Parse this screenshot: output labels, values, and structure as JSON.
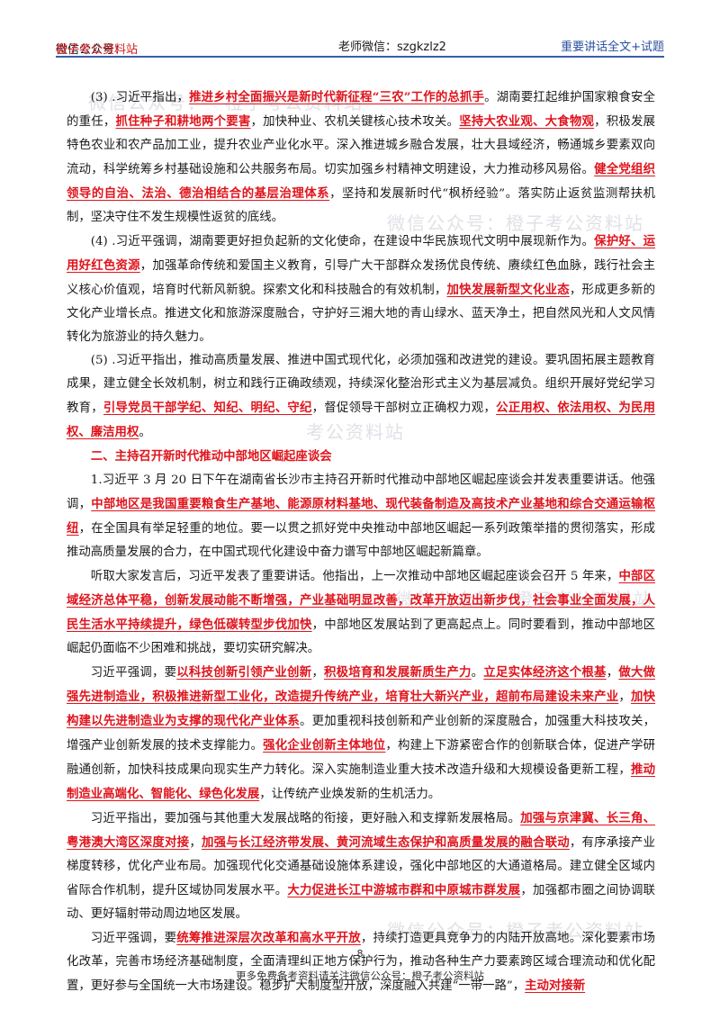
{
  "header": {
    "left_prefix": "微信公众号：",
    "left_name": "橙子考公资料站",
    "center": "老师微信：szgkzlz2",
    "right": "重要讲话全文+试题"
  },
  "paragraphs": [
    [
      {
        "t": "(3) .习近平指出，"
      },
      {
        "t": "推进乡村全面振兴是新时代新征程“三农”工作的总抓手",
        "hl": true
      },
      {
        "t": "。湖南要扛起维护国家粮食安全的重任，"
      },
      {
        "t": "抓住种子和耕地两个要害",
        "hl": true
      },
      {
        "t": "，加快种业、农机关键核心技术攻关。"
      },
      {
        "t": "坚持大农业观、大食物观",
        "hl": true
      },
      {
        "t": "，积极发展特色农业和农产品加工业，提升农业产业化水平。深入推进城乡融合发展，壮大县域经济，畅通城乡要素双向流动，科学统筹乡村基础设施和公共服务布局。切实加强乡村精神文明建设，大力推动移风易俗。"
      },
      {
        "t": "健全党组织领导的自治、法治、德治相结合的基层治理体系",
        "hl": true
      },
      {
        "t": "，坚持和发展新时代“枫桥经验”。落实防止返贫监测帮扶机制，坚决守住不发生规模性返贫的底线。"
      }
    ],
    [
      {
        "t": "(4) .习近平强调，湖南要更好担负起新的文化使命，在建设中华民族现代文明中展现新作为。"
      },
      {
        "t": "保护好、运用好红色资源",
        "hl": true
      },
      {
        "t": "，加强革命传统和爱国主义教育，引导广大干部群众发扬优良传统、赓续红色血脉，践行社会主义核心价值观，培育时代新风新貌。探索文化和科技融合的有效机制，"
      },
      {
        "t": "加快发展新型文化业态",
        "hl": true
      },
      {
        "t": "，形成更多新的文化产业增长点。推进文化和旅游深度融合，守护好三湘大地的青山绿水、蓝天净土，把自然风光和人文风情转化为旅游业的持久魅力。"
      }
    ],
    [
      {
        "t": "(5) .习近平指出，推动高质量发展、推进中国式现代化，必须加强和改进党的建设。要巩固拓展主题教育成果，建立健全长效机制，树立和践行正确政绩观，持续深化整治形式主义为基层减负。组织开展好党纪学习教育，"
      },
      {
        "t": "引导党员干部学纪、知纪、明纪、守纪",
        "hl": true
      },
      {
        "t": "，督促领导干部树立正确权力观，"
      },
      {
        "t": "公正用权、依法用权、为民用权、廉洁用权",
        "hl": true
      },
      {
        "t": "。"
      }
    ],
    [
      {
        "t": "二、主持召开新时代推动中部地区崛起座谈会",
        "sec": true
      }
    ],
    [
      {
        "t": "1.习近平 3 月 20 日下午在湖南省长沙市主持召开新时代推动中部地区崛起座谈会并发表重要讲话。他强调，"
      },
      {
        "t": "中部地区是我国重要粮食生产基地、能源原材料基地、现代装备制造及高技术产业基地和综合交通运输枢纽",
        "hl": true
      },
      {
        "t": "，在全国具有举足轻重的地位。要一以贯之抓好党中央推动中部地区崛起一系列政策举措的贯彻落实，形成推动高质量发展的合力，在中国式现代化建设中奋力谱写中部地区崛起新篇章。"
      }
    ],
    [
      {
        "t": "听取大家发言后，习近平发表了重要讲话。他指出，上一次推动中部地区崛起座谈会召开 5 年来，"
      },
      {
        "t": "中部区域经济总体平稳，创新发展动能不断增强，产业基础明显改善，改革开放迈出新步伐，社会事业全面发展，人民生活水平持续提升，绿色低碳转型步伐加快",
        "hl": true
      },
      {
        "t": "，中部地区发展站到了更高起点上。同时要看到，推动中部地区崛起仍面临不少困难和挑战，要切实研究解决。"
      }
    ],
    [
      {
        "t": "习近平强调，要"
      },
      {
        "t": "以科技创新引领产业创新",
        "hl": true
      },
      {
        "t": "，"
      },
      {
        "t": "积极培育和发展新质生产力",
        "hl": true
      },
      {
        "t": "。"
      },
      {
        "t": "立足实体经济这个根基",
        "hl": true
      },
      {
        "t": "，"
      },
      {
        "t": "做大做强先进制造业，积极推进新型工业化，改造提升传统产业，培育壮大新兴产业，超前布局建设未来产业",
        "hl": true
      },
      {
        "t": "，"
      },
      {
        "t": "加快构建以先进制造业为支撑的现代化产业体系",
        "hl": true
      },
      {
        "t": "。更加重视科技创新和产业创新的深度融合，加强重大科技攻关，增强产业创新发展的技术支撑能力。"
      },
      {
        "t": "强化企业创新主体地位",
        "hl": true
      },
      {
        "t": "，构建上下游紧密合作的创新联合体，促进产学研融通创新，加快科技成果向现实生产力转化。深入实施制造业重大技术改造升级和大规模设备更新工程，"
      },
      {
        "t": "推动制造业高端化、智能化、绿色化发展",
        "hl": true
      },
      {
        "t": "，让传统产业焕发新的生机活力。"
      }
    ],
    [
      {
        "t": "习近平指出，要加强与其他重大发展战略的衔接，更好融入和支撑新发展格局。"
      },
      {
        "t": "加强与京津冀、长三角、粤港澳大湾区深度对接",
        "hl": true
      },
      {
        "t": "，"
      },
      {
        "t": "加强与长江经济带发展、黄河流域生态保护和高质量发展的融合联动",
        "hl": true
      },
      {
        "t": "，有序承接产业梯度转移，优化产业布局。加强现代化交通基础设施体系建设，强化中部地区的大通道格局。建立健全区域内省际合作机制，提升区域协同发展水平。"
      },
      {
        "t": "大力促进长江中游城市群和中原城市群发展",
        "hl": true
      },
      {
        "t": "，加强都市圈之间协调联动、更好辐射带动周边地区发展。"
      }
    ],
    [
      {
        "t": "习近平强调，要"
      },
      {
        "t": "统筹推进深层次改革和高水平开放",
        "hl": true
      },
      {
        "t": "，持续打造更具竞争力的内陆开放高地。深化要素市场化改革，完善市场经济基础制度，全面清理纠正地方保护行为，推动各种生产力要素跨区域合理流动和优化配置，更好参与全国统一大市场建设。稳步扩大制度型开放，深度融入共建“一带一路”，"
      },
      {
        "t": "主动对接新",
        "hl": true
      }
    ]
  ],
  "watermarks": [
    "微信公众号：",
    "橙子考公资料站",
    "微信公众号：橙子考公资料站",
    "考公资料站",
    "微信公众号：橙子考公资料站",
    "微信公众号：橙子考公资料站"
  ],
  "page_number": "8",
  "footer": "更多免费备考资料请关注微信公众号：橙子考公资料站"
}
